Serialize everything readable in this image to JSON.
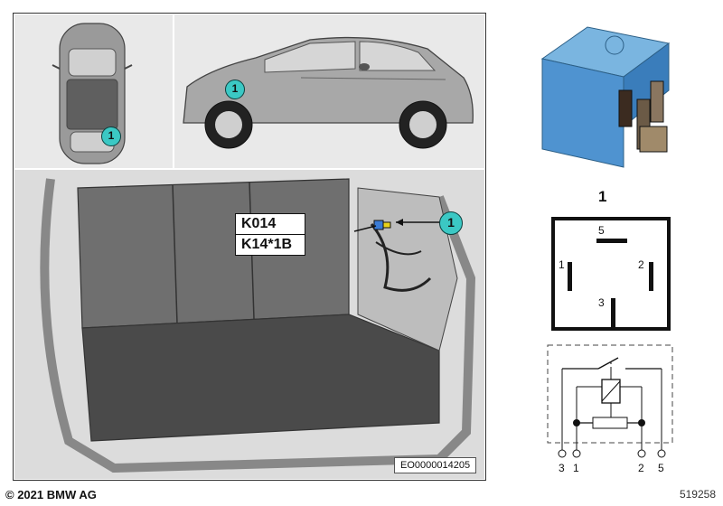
{
  "callouts": {
    "relay_number": "1"
  },
  "labels": {
    "component_id": "K014",
    "connector_id": "K14*1B",
    "image_code": "EO0000014205",
    "copyright": "© 2021 BMW AG",
    "diagram_number": "519258"
  },
  "relay": {
    "item_number": "1",
    "pin_5": "5",
    "pin_1": "1",
    "pin_2": "2",
    "pin_3": "3",
    "terminals": [
      "3",
      "1",
      "2",
      "5"
    ]
  }
}
